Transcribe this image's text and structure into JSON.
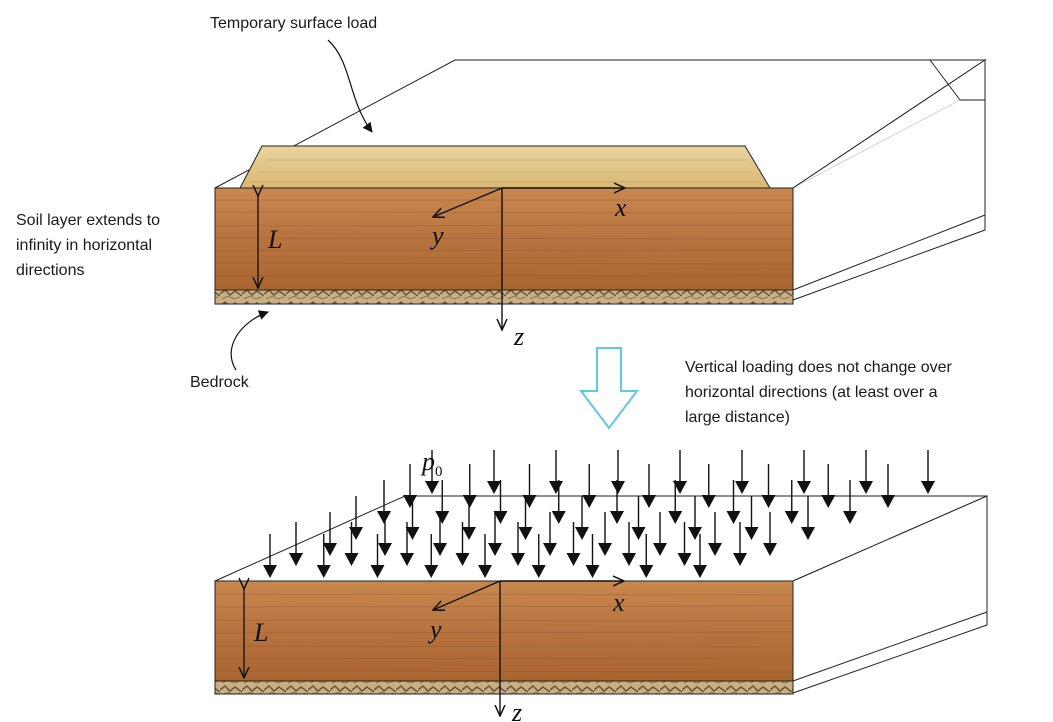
{
  "labels": {
    "temporary_load": "Temporary surface load",
    "soil_layer": [
      "Soil layer extends to",
      "infinity in horizontal",
      "directions"
    ],
    "bedrock": "Bedrock",
    "vertical_loading": [
      "Vertical loading does not change over",
      "horizontal directions (at least over a",
      "large distance)"
    ]
  },
  "math": {
    "L": "L",
    "x": "x",
    "y": "y",
    "z": "z",
    "p": "p",
    "p_sub": "0"
  },
  "colors": {
    "soil": "#c07a43",
    "soil_dark": "#a35f2e",
    "load": "#e2c68a",
    "bedrock": "#b59a6e",
    "transition_arrow": "#5fc7e8",
    "outline": "#222222"
  },
  "icons": {
    "transition": "hollow-down-arrow-icon",
    "load_arrows": "down-arrow-icon"
  }
}
